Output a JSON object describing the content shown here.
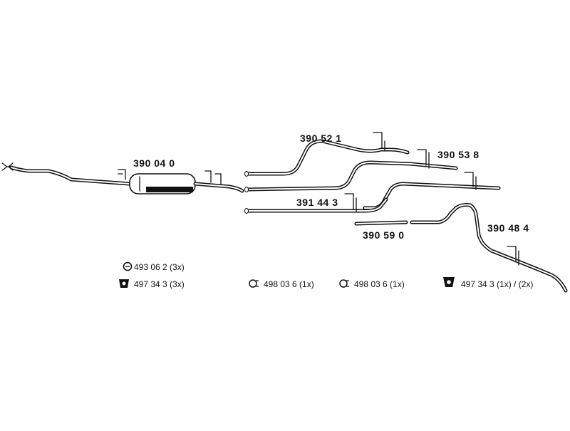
{
  "parts": {
    "p1": "390 04 0",
    "p2": "390 52 1",
    "p3": "390 53 8",
    "p4": "391 44 3",
    "p5": "390 59 0",
    "p6": "390 48 4"
  },
  "accessories": {
    "a1": "493 06 2 (3x)",
    "a2": "497 34 3 (3x)",
    "a3": "498 03 6 (1x)",
    "a4": "498 03 6 (1x)",
    "a5": "497 34 3  (1x) / (2x)"
  },
  "icons": {
    "a1": "clamp-ring-icon",
    "a2": "rubber-hanger-icon",
    "a3": "pipe-clamp-icon",
    "a4": "pipe-clamp-icon",
    "a5": "rubber-hanger-icon"
  }
}
